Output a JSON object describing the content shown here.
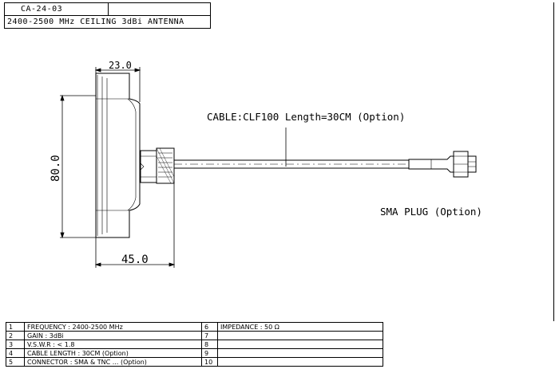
{
  "title_block": {
    "model": "CA-24-03",
    "description": "2400-2500 MHz CEILING 3dBi ANTENNA"
  },
  "drawing": {
    "dim_width_top": "23.0",
    "dim_height": "80.0",
    "dim_width_bottom": "45.0",
    "cable_label": "CABLE:CLF100 Length=30CM (Option)",
    "plug_label": "SMA PLUG (Option)"
  },
  "specs": {
    "rows": [
      {
        "n": "1",
        "text": "FREQUENCY  :  2400-2500 MHz",
        "n2": "6",
        "text2": "IMPEDANCE  :  50 Ω"
      },
      {
        "n": "2",
        "text": "GAIN  :     3dBi",
        "n2": "7",
        "text2": ""
      },
      {
        "n": "3",
        "text": "V.S.W.R  :   < 1.8",
        "n2": "8",
        "text2": ""
      },
      {
        "n": "4",
        "text": "CABLE LENGTH  : 30CM (Option)",
        "n2": "9",
        "text2": ""
      },
      {
        "n": "5",
        "text": "CONNECTOR  :  SMA & TNC ... (Option)",
        "n2": "10",
        "text2": ""
      }
    ]
  }
}
